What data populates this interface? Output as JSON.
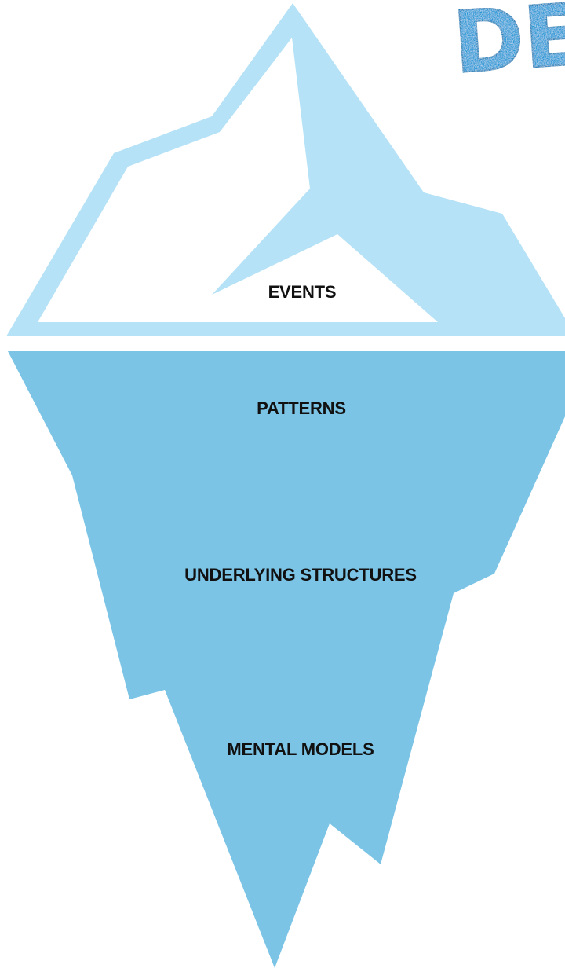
{
  "diagram": {
    "layers": [
      {
        "id": "events",
        "label": "EVENTS"
      },
      {
        "id": "patterns",
        "label": "PATTERNS"
      },
      {
        "id": "underlying-structures",
        "label": "UNDERLYING STRUCTURES"
      },
      {
        "id": "mental-models",
        "label": "MENTAL MODELS"
      }
    ]
  },
  "logo": {
    "text": "DE",
    "color": "#2a9ad6"
  },
  "colors": {
    "above_water": "#b5e2f7",
    "below_water": "#7bc4e6",
    "snow": "#ffffff",
    "label": "#111111"
  }
}
